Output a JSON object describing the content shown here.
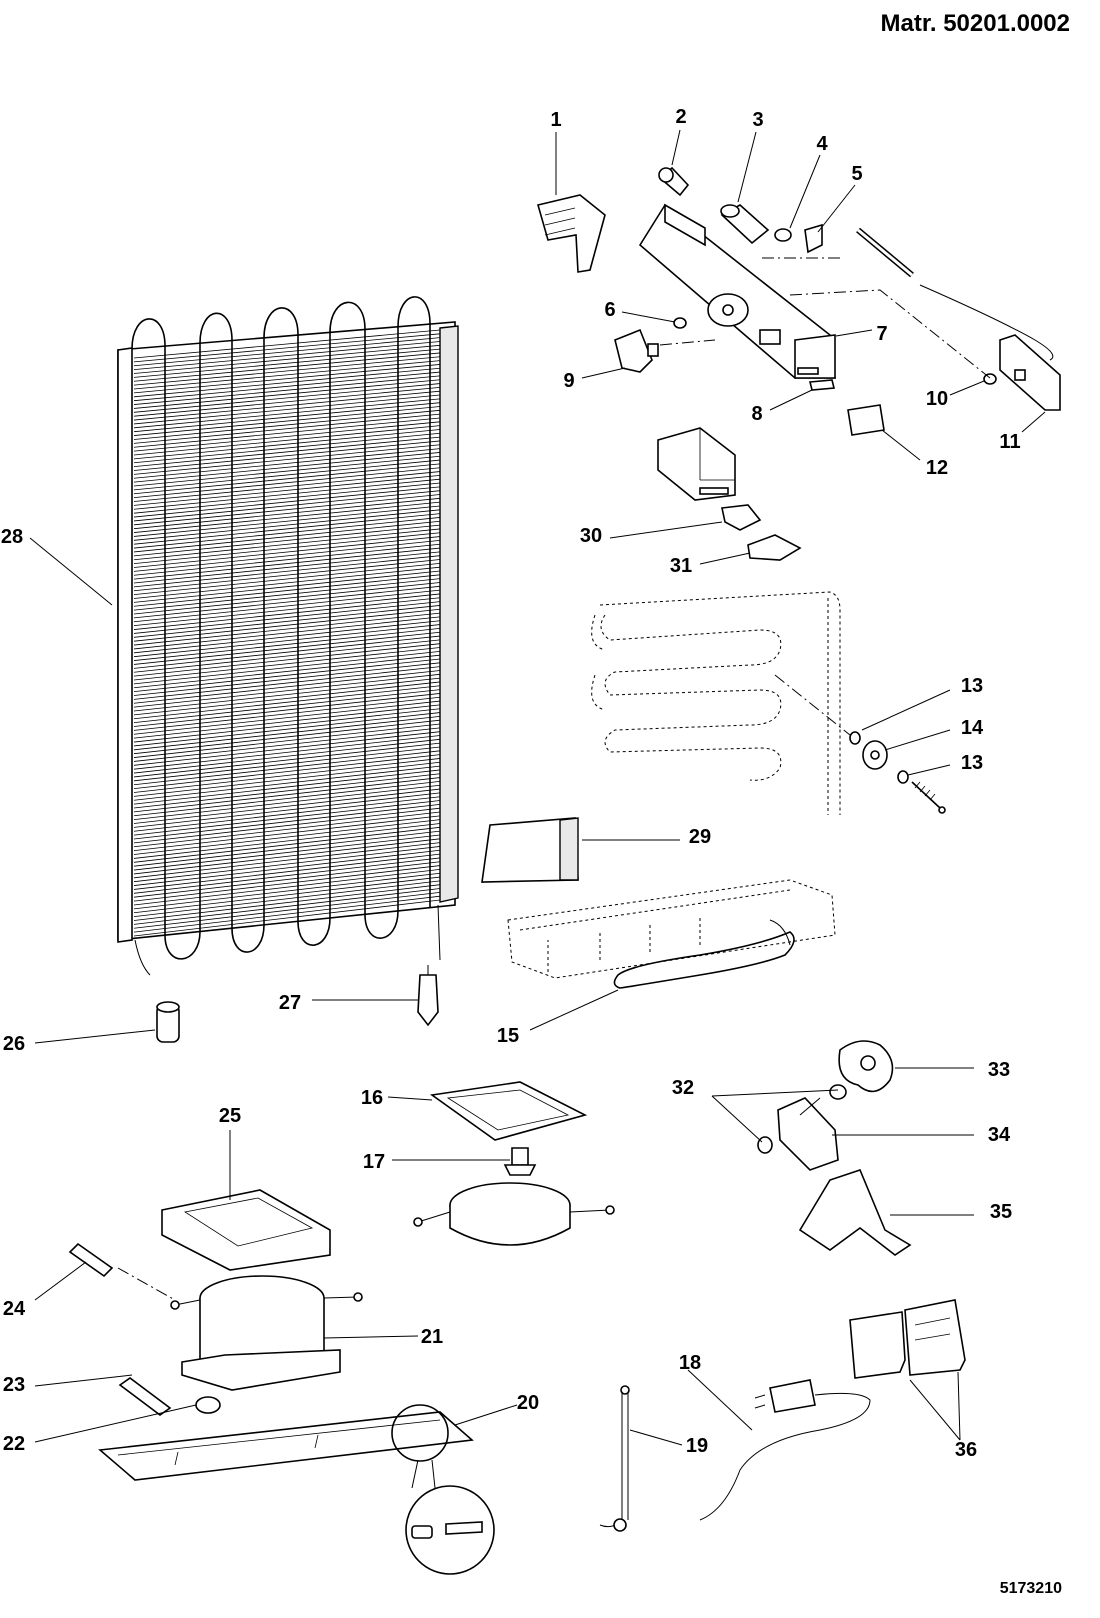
{
  "header": {
    "material_number": "Matr. 50201.0002"
  },
  "footer": {
    "drawing_code": "5173210"
  },
  "labels": [
    "1",
    "2",
    "3",
    "4",
    "5",
    "6",
    "7",
    "8",
    "9",
    "10",
    "11",
    "12",
    "13",
    "14",
    "13",
    "15",
    "16",
    "17",
    "18",
    "19",
    "20",
    "21",
    "22",
    "23",
    "24",
    "25",
    "26",
    "27",
    "28",
    "29",
    "30",
    "31",
    "32",
    "33",
    "34",
    "35",
    "36"
  ]
}
